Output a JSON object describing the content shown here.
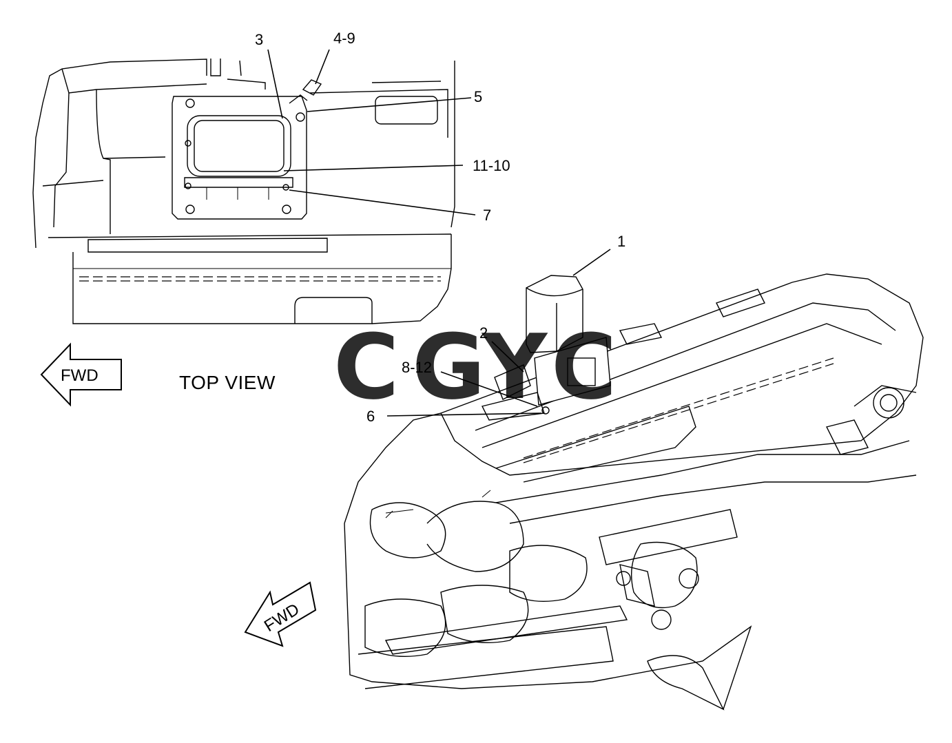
{
  "labels": {
    "top_view": "TOP VIEW",
    "fwd_top": "FWD",
    "fwd_bottom": "FWD"
  },
  "callouts": {
    "c3": "3",
    "c4_9": "4-9",
    "c5": "5",
    "c11_10": "11-10",
    "c7": "7",
    "c1": "1",
    "c2": "2",
    "c8_12": "8-12",
    "c6": "6"
  },
  "watermark": {
    "letters": [
      "C",
      "G",
      "Y",
      "C"
    ],
    "colors": [
      "#5b8ff9",
      "#f4746a",
      "#f7d234",
      "#3aa87a"
    ]
  }
}
